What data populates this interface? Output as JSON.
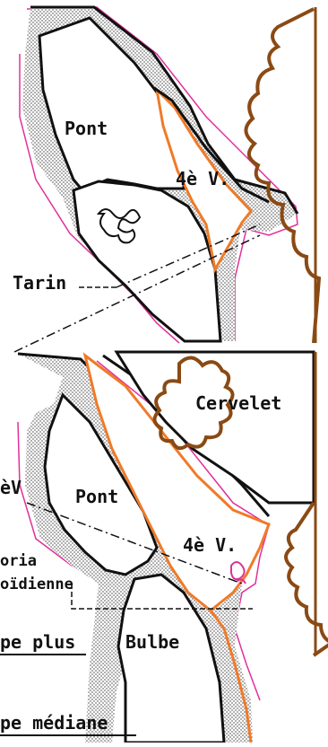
{
  "diagram": {
    "top": {
      "pont": "Pont",
      "fourth_ventricle": "4è V.",
      "tarin": "Tarin"
    },
    "bottom": {
      "cervelet": "Cervelet",
      "fourth_ventricle_left": "èV",
      "pont": "Pont",
      "fourth_ventricle": "4è V.",
      "taenia_line1": "oria",
      "taenia_line2": "oïdienne",
      "bulbe": "Bulbe",
      "caption_upper": "pe plus",
      "caption_lower": "pe médiane"
    },
    "colors": {
      "outline": "#111111",
      "stipple": "#9a9a9a",
      "ventricle": "#f07a28",
      "pia": "#e0309a",
      "cerebellum": "#8a4a14"
    }
  }
}
